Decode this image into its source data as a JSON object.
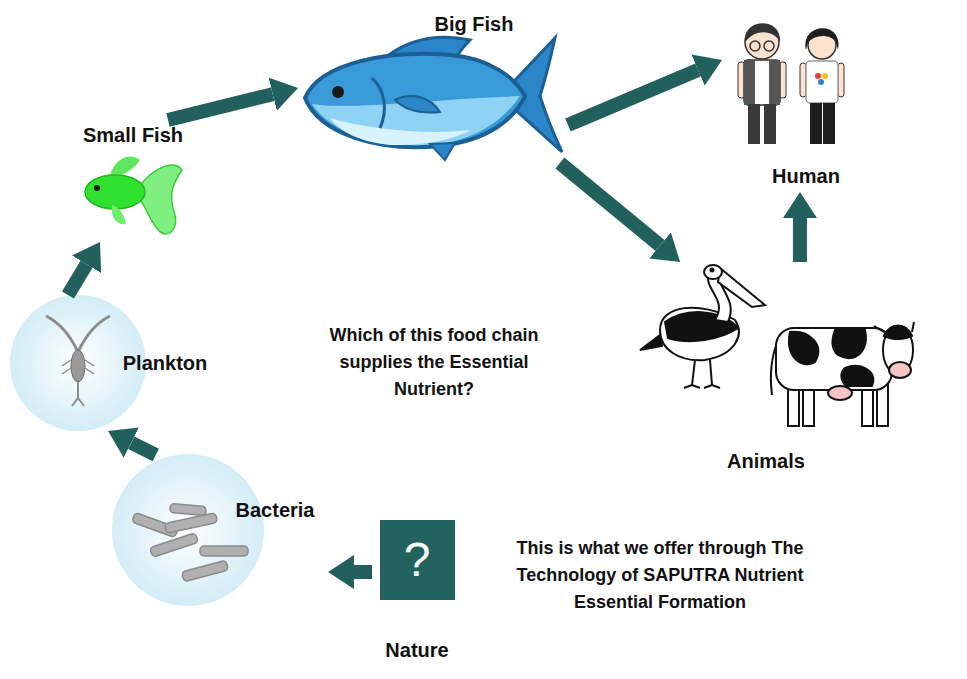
{
  "diagram": {
    "nodes": [
      {
        "text": [
          "Big Fish"
        ]
      },
      {
        "text": [
          "Small Fish"
        ]
      },
      {
        "text": [
          "Human"
        ]
      },
      {
        "text": [
          "Plankton"
        ]
      },
      {
        "text": [
          "Animals"
        ]
      },
      {
        "text": [
          "Bacteria"
        ]
      },
      {
        "text": [
          "?",
          "Nature"
        ]
      }
    ],
    "edges": [
      {
        "from": 6,
        "to": 5,
        "arrow": "to"
      },
      {
        "from": 5,
        "to": 3,
        "arrow": "to"
      },
      {
        "from": 3,
        "to": 1,
        "arrow": "to"
      },
      {
        "from": 1,
        "to": 0,
        "arrow": "to"
      },
      {
        "from": 0,
        "to": 2,
        "arrow": "to"
      },
      {
        "from": 0,
        "to": 4,
        "arrow": "to"
      },
      {
        "from": 4,
        "to": 2,
        "arrow": "to"
      }
    ],
    "labels": [
      "Which of this food chain supplies the Essential Nutrient?",
      "This is what we offer through The Technology of SAPUTRA Nutrient Essential Formation"
    ]
  }
}
